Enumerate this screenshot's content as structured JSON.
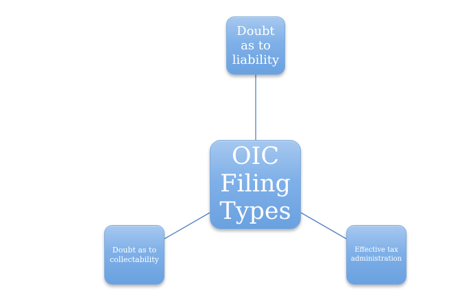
{
  "diagram": {
    "center": {
      "label": "OIC\nFiling\nTypes"
    },
    "branches": [
      {
        "id": "top",
        "label": "Doubt\nas to\nliability"
      },
      {
        "id": "left",
        "label": "Doubt as to\ncollectability"
      },
      {
        "id": "right",
        "label": "Effective tax\nadministration"
      }
    ]
  },
  "colors": {
    "node_fill_top": "#a6c8ef",
    "node_fill_bottom": "#6aa1e0",
    "connector": "#4f81bd",
    "text": "#ffffff"
  }
}
